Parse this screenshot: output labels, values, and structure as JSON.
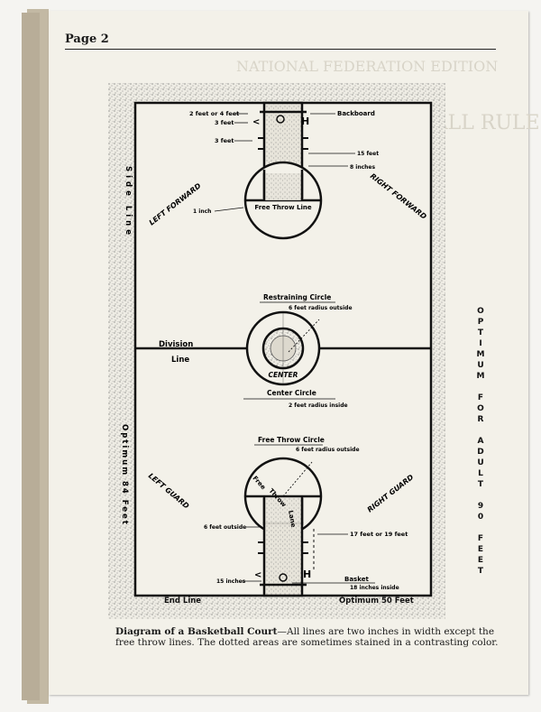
{
  "page": {
    "label": "Page 2",
    "show_through": {
      "line1": "NATIONAL FEDERATION EDITION",
      "line2": "OFFICIAL BASKETBALL RULES"
    }
  },
  "diagram": {
    "top_labels": {
      "two_or_four_feet": "2 feet or 4 feet",
      "three_feet_a": "3 feet",
      "three_feet_b": "3 feet",
      "backboard": "Backboard",
      "fifteen_feet": "15 feet",
      "eight_inches": "8 inches",
      "one_inch": "1 inch",
      "free_throw_line": "Free Throw Line",
      "left_forward": "LEFT FORWARD",
      "right_forward": "RIGHT FORWARD",
      "side_line": "Side Line"
    },
    "center_labels": {
      "restraining_circle": "Restraining Circle",
      "six_feet_radius_outside": "6 feet radius outside",
      "division": "Division",
      "line": "Line",
      "center": "CENTER",
      "center_circle": "Center Circle",
      "two_feet_radius_inside": "2 feet radius inside"
    },
    "right_vertical": "OPTIMUM FOR ADULT 90 FEET",
    "left_vertical": "Optimum 84 Feet",
    "bottom_labels": {
      "free_throw_circle": "Free Throw Circle",
      "six_feet_radius_outside": "6 feet radius outside",
      "free": "Free",
      "throw": "Throw",
      "lane": "Lane",
      "left_guard": "LEFT GUARD",
      "right_guard": "RIGHT GUARD",
      "six_feet_outside": "6 feet outside",
      "seventeen_or_nineteen": "17 feet or 19 feet",
      "fifteen_inches": "15 inches",
      "basket": "Basket",
      "eighteen_inches_inside": "18 inches inside",
      "end_line": "End Line",
      "optimum_fifty": "Optimum 50 Feet"
    }
  },
  "caption": {
    "title": "Diagram of a Basketball Court",
    "text": "—All lines are two inches in width except the free throw lines. The dotted areas are sometimes stained in a contrasting color."
  }
}
